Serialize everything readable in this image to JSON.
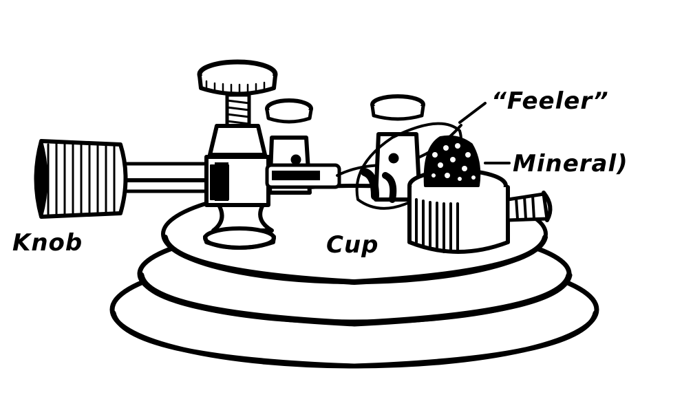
{
  "figure": {
    "type": "line-art illustration",
    "subject": "crystal detector",
    "colors": {
      "ink": "#000000",
      "paper": "#ffffff"
    }
  },
  "labels": {
    "feeler": "“Feeler”",
    "mineral": "Mineral)",
    "knob": "Knob",
    "cup": "Cup"
  }
}
